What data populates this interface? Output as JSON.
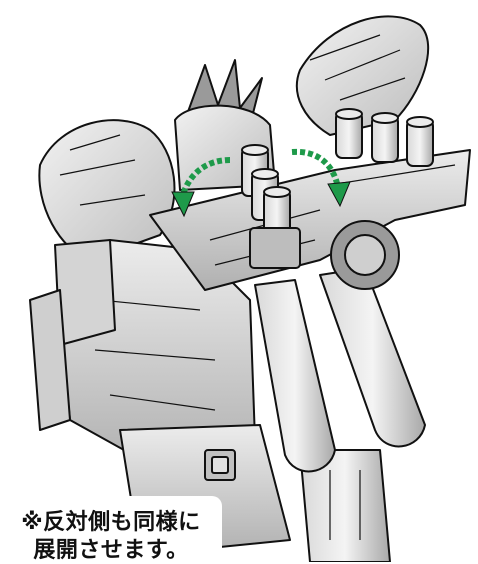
{
  "caption": {
    "line1": "※反対側も同様に",
    "line2": "展開させます。"
  },
  "illustration": {
    "subject": "grayscale line drawing of a robot model with shoulder armor and missile pod unit",
    "arrow_icon_count": 2
  },
  "colors": {
    "arrow": "#1e9a4a",
    "line": "#111111",
    "fill_light": "#e6e6e6",
    "fill_mid": "#c8c8c8",
    "fill_dark": "#9a9a9a",
    "background": "#ffffff"
  }
}
